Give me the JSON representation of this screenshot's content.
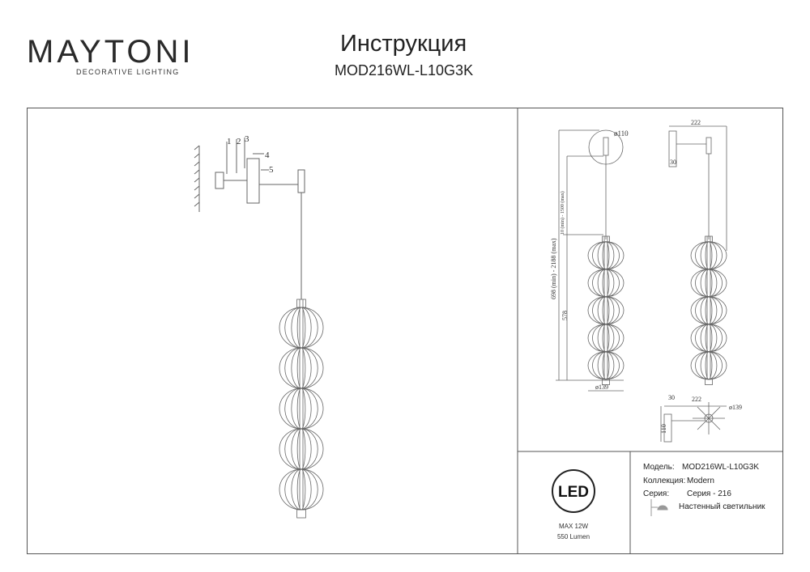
{
  "header": {
    "brand": "MAYTONI",
    "brand_sub": "DECORATIVE LIGHTING",
    "title": "Инструкция",
    "model": "MOD216WL-L10G3K"
  },
  "parts": [
    "1",
    "2",
    "3",
    "4",
    "5"
  ],
  "dims": {
    "d_plate": "ø110",
    "cable": "10 (min) - 1500 (max)",
    "total": "698 (min) - 2188 (max)",
    "body": "578",
    "d_shade": "ø139",
    "width": "222",
    "depth": "30",
    "height_plate": "110"
  },
  "spec": {
    "led": "LED",
    "power": "MAX 12W",
    "lumen": "550 Lumen"
  },
  "info": {
    "model_label": "Модель:",
    "model": "MOD216WL-L10G3K",
    "collection_label": "Коллекция:",
    "collection": "Modern",
    "series_label": "Серия:",
    "series": "Серия - 216",
    "type": "Настенный светильник"
  },
  "colors": {
    "accent": "#8a1b6b"
  }
}
